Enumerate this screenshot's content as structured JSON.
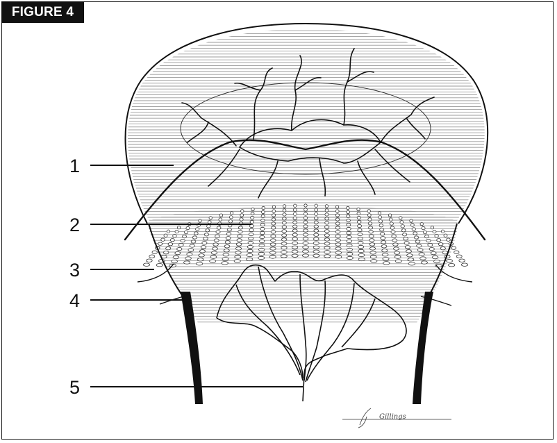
{
  "figure": {
    "tag": "FIGURE 4"
  },
  "labels": [
    {
      "id": "1",
      "text": "1"
    },
    {
      "id": "2",
      "text": "2"
    },
    {
      "id": "3",
      "text": "3"
    },
    {
      "id": "4",
      "text": "4"
    },
    {
      "id": "5",
      "text": "5"
    }
  ],
  "signature": {
    "text": "Gillings"
  },
  "colors": {
    "ink": "#111111",
    "frame": "#1a1a1a",
    "hatch": "#9a9a9a",
    "tag_bg": "#111111",
    "tag_text": "#ffffff"
  }
}
